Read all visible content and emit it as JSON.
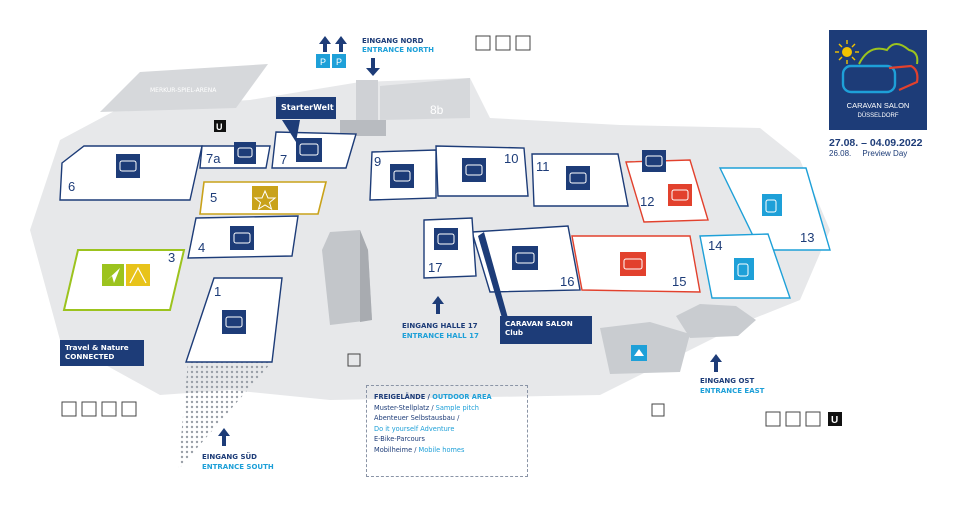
{
  "map": {
    "arena_label": "MERKUR-SPIEL-ARENA",
    "hall_8b": "8b",
    "starterwelt": "StarterWelt",
    "halls": [
      "1",
      "3",
      "4",
      "5",
      "6",
      "7",
      "7a",
      "9",
      "10",
      "11",
      "12",
      "13",
      "14",
      "15",
      "16",
      "17"
    ],
    "entrances": {
      "north_de": "EINGANG NORD",
      "north_en": "ENTRANCE NORTH",
      "south_de": "EINGANG SÜD",
      "south_en": "ENTRANCE SOUTH",
      "hall17_de": "EINGANG HALLE 17",
      "hall17_en": "ENTRANCE HALL 17",
      "east_de": "EINGANG OST",
      "east_en": "ENTRANCE EAST"
    },
    "travel_nature": [
      "Travel & Nature",
      "CONNECTED"
    ],
    "caravan_club": [
      "CARAVAN SALON",
      "Club"
    ],
    "parking_letter": "P",
    "u_letter": "U",
    "outdoor": {
      "title_de": "FREIGELÄNDE",
      "title_en": "OUTDOOR AREA",
      "items": [
        {
          "de": "Muster-Stellplatz",
          "en": "Sample pitch"
        },
        {
          "de": "Abenteuer Selbstausbau",
          "en": "Do it yourself Adventure"
        },
        {
          "de": "E-Bike-Parcours",
          "en": ""
        },
        {
          "de": "Mobilheime",
          "en": "Mobile homes"
        }
      ]
    }
  },
  "logo": {
    "line1": "CARAVAN SALON",
    "line2": "DÜSSELDORF"
  },
  "dates": {
    "main": "27.08. – 04.09.2022",
    "preview_date": "26.08.",
    "preview_label": "Preview Day"
  },
  "colors": {
    "navy": "#1d3c78",
    "light_blue": "#1ea0d8",
    "red": "#e2412d",
    "yellow": "#c9a21a",
    "green": "#9cc31e",
    "ground": "#e7e8ea"
  }
}
